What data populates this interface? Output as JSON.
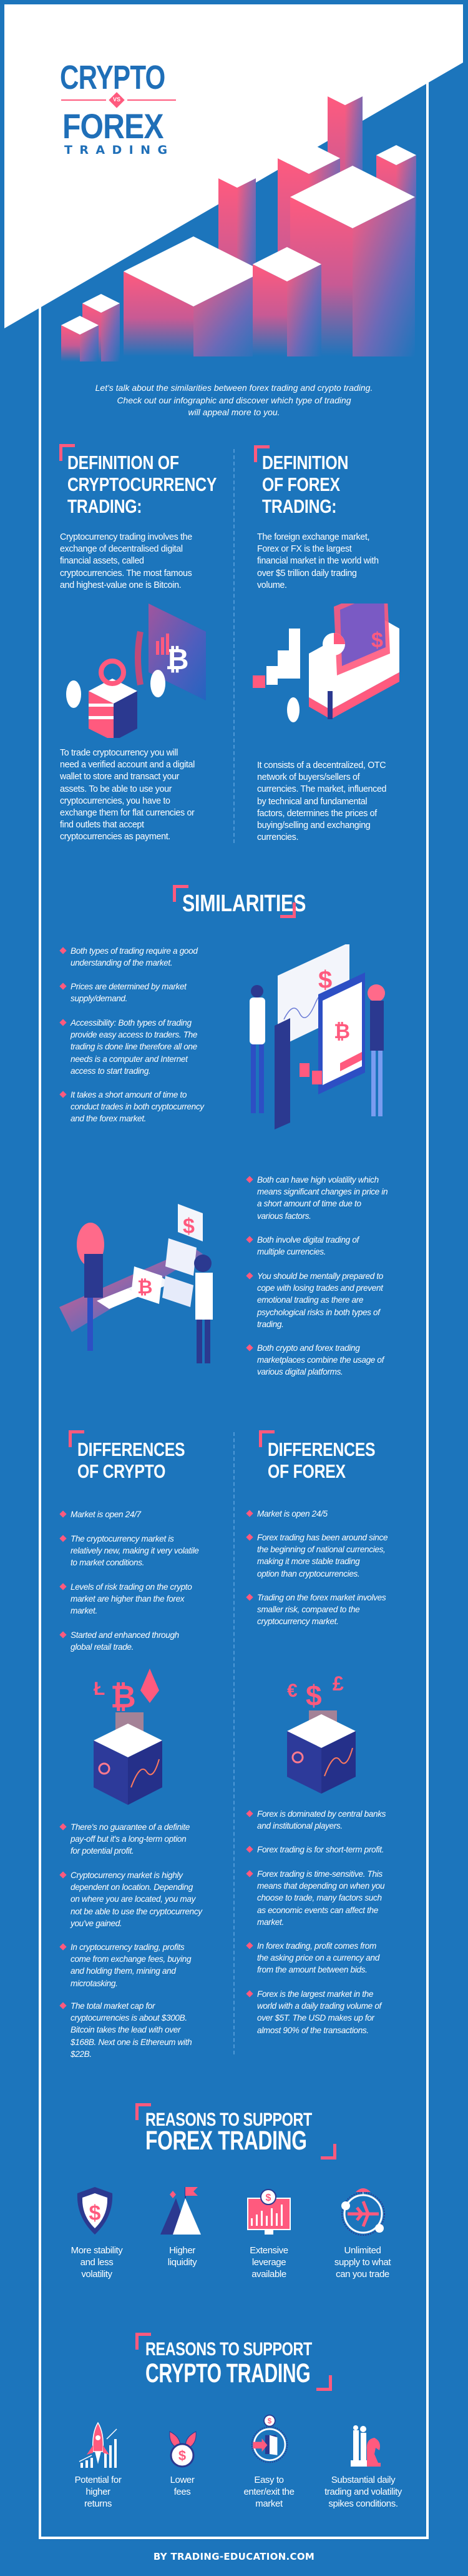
{
  "colors": {
    "brand_blue": "#1c75bc",
    "title_blue": "#1f6fb8",
    "accent_pink": "#ff5a7e",
    "navy": "#2b3990",
    "white": "#ffffff"
  },
  "hero": {
    "title_line1": "CRYPTO",
    "vs": "VS",
    "title_line2": "FOREX",
    "title_line3": "TRADING",
    "intro": "Let's talk about the similarities between forex trading and crypto trading.\nCheck out our infographic and discover which type of trading\nwill appeal more to you."
  },
  "definitions": {
    "crypto": {
      "heading": "DEFINITION OF\nCRYPTOCURRENCY\nTRADING:",
      "body1": "Cryptocurrency trading involves the\nexchange of decentralised digital\nfinancial assets, called\ncryptocurrencies. The most famous\nand highest-value one is Bitcoin.",
      "body2": "To trade cryptocurrency you will\nneed a verified account and a digital\nwallet to store and transact your\nassets. To be able to use your\ncryptocurrencies, you have to\nexchange them for flat currencies or\nfind outlets that accept\ncryptocurrencies as payment."
    },
    "forex": {
      "heading": "DEFINITION\nOF FOREX\nTRADING:",
      "body1": "The foreign exchange market,\nForex or FX is the largest\nfinancial market in the world with\nover $5 trillion daily trading\nvolume.",
      "body2": "It consists of a decentralized, OTC\nnetwork of buyers/sellers of\ncurrencies. The market, influenced\nby technical and fundamental\nfactors, determines the prices of\nbuying/selling and exchanging\ncurrencies."
    }
  },
  "similarities": {
    "heading": "SIMILARITIES",
    "left": [
      "Both types of trading require a good\nunderstanding of the market.",
      "Prices are determined by market\nsupply/demand.",
      "Accessibility: Both types of trading\nprovide easy access to traders. The\ntrading is done line therefore all one\nneeds is a computer and Internet\naccess to start trading.",
      "It takes a short amount of time to\nconduct trades in both cryptocurrency\nand the forex market."
    ],
    "right": [
      "Both can have high volatility which\nmeans significant changes in price in\na short amount of time due to\nvarious factors.",
      "Both involve digital trading of\nmultiple currencies.",
      "You should be mentally prepared to\ncope with losing trades and prevent\nemotional trading as there are\npsychological risks in both types of\ntrading.",
      "Both crypto and forex trading\nmarketplaces combine the usage of\nvarious digital platforms."
    ]
  },
  "differences": {
    "crypto": {
      "heading": "DIFFERENCES\nOF CRYPTO",
      "items_top": [
        "Market is open 24/7",
        "The cryptocurrency market is\nrelatively new, making it very volatile\nto market conditions.",
        "Levels of risk trading on the crypto\nmarket are higher than the forex\nmarket.",
        "Started and enhanced through\nglobal retail trade."
      ],
      "items_bottom": [
        "There's no guarantee of a definite\npay-off but it's a long-term option\nfor potential profit.",
        "Cryptocurrency market is highly\ndependent on location. Depending\non where you are located, you may\nnot be able to use the cryptocurrency\nyou've gained.",
        "In cryptocurrency trading, profits\ncome from exchange fees, buying\nand holding them, mining and\nmicrotasking.",
        "The total market cap for\ncryptocurrencies is about $300B.\nBitcoin takes the lead with over\n$168B. Next one is Ethereum with\n$22B."
      ]
    },
    "forex": {
      "heading": "DIFFERENCES\nOF FOREX",
      "items_top": [
        "Market is open 24/5",
        "Forex trading has been around since\nthe beginning of national currencies,\nmaking it more stable trading\noption than cryptocurrencies.",
        "Trading on the forex market involves\nsmaller risk, compared to the\ncryptocurrency market."
      ],
      "items_bottom": [
        "Forex is dominated by central banks\nand institutional players.",
        "Forex trading is for short-term profit.",
        "Forex trading is time-sensitive. This\nmeans that depending on when you\nchoose to trade, many factors such\nas economic events can affect the\nmarket.",
        "In forex trading, profit comes from\nthe asking price on a currency and\nfrom the amount between bids.",
        "Forex is the largest market in the\nworld with a daily trading volume of\nover $5T. The USD makes up for\nalmost 90% of the transactions."
      ]
    }
  },
  "reasons_forex": {
    "heading_small": "REASONS TO SUPPORT",
    "heading_large": "FOREX TRADING",
    "items": [
      {
        "icon": "shield-dollar-icon",
        "label": "More stability\nand less\nvolatility"
      },
      {
        "icon": "mountain-flag-icon",
        "label": "Higher\nliquidity"
      },
      {
        "icon": "monitor-chart-icon",
        "label": "Extensive\nleverage\navailable"
      },
      {
        "icon": "globe-plane-icon",
        "label": "Unlimited\nsupply to what\ncan you trade"
      }
    ]
  },
  "reasons_crypto": {
    "heading_small": "REASONS TO SUPPORT",
    "heading_large": "CRYPTO TRADING",
    "items": [
      {
        "icon": "rocket-chart-icon",
        "label": "Potential for\nhigher\nreturns"
      },
      {
        "icon": "coin-leaves-icon",
        "label": "Lower\nfees"
      },
      {
        "icon": "door-enter-icon",
        "label": "Easy to\nenter/exit the\nmarket"
      },
      {
        "icon": "chess-pieces-icon",
        "label": "Substantial daily\ntrading and volatility\nspikes conditions."
      }
    ]
  },
  "footer": {
    "credit": "BY TRADING-EDUCATION.COM"
  }
}
